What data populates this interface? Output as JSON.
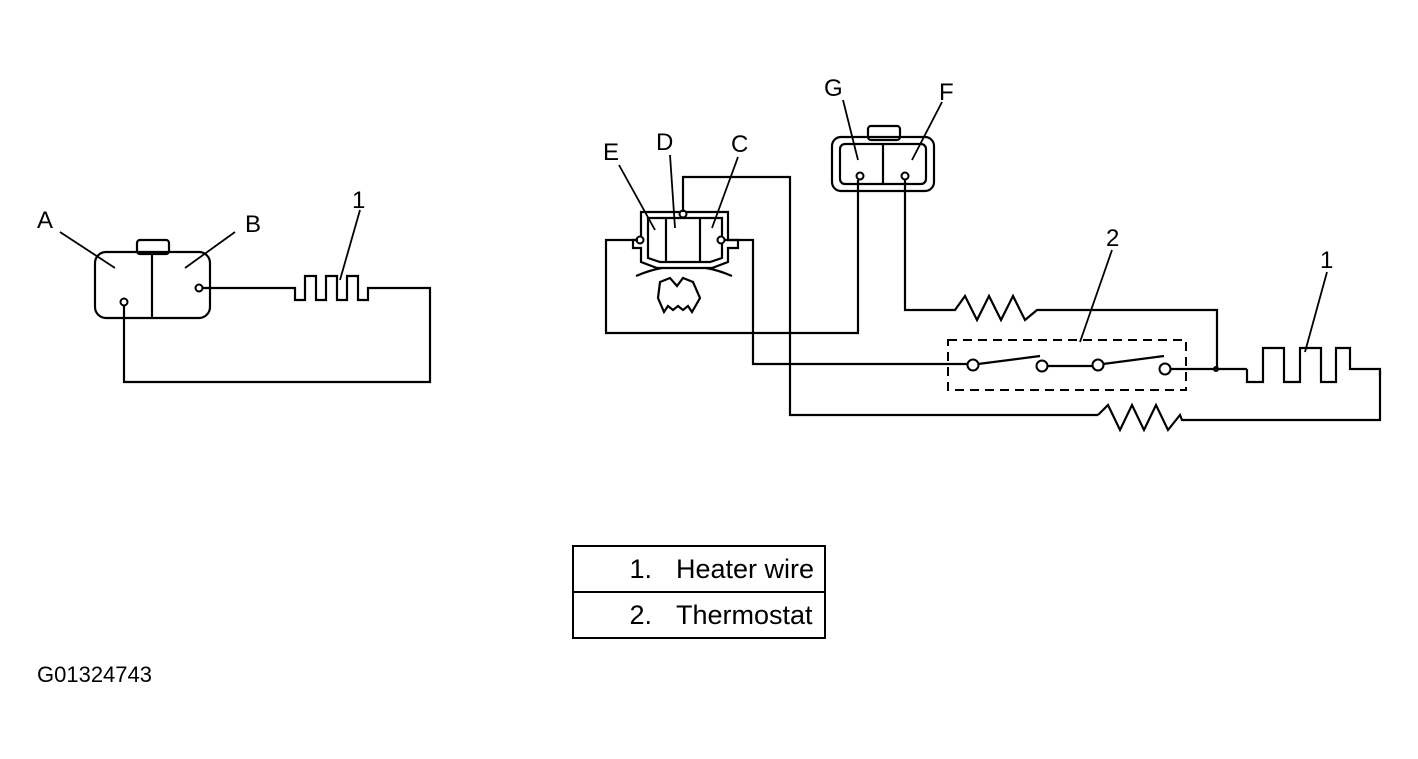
{
  "left_circuit": {
    "connector_labels": {
      "a": "A",
      "b": "B"
    },
    "heater_callout": "1"
  },
  "right_circuit": {
    "connector_labels": {
      "c": "C",
      "d": "D",
      "e": "E",
      "f": "F",
      "g": "G"
    },
    "thermostat_callout": "2",
    "heater_callout": "1"
  },
  "legend": {
    "rows": [
      {
        "number": "1.",
        "text": "Heater wire"
      },
      {
        "number": "2.",
        "text": "Thermostat"
      }
    ]
  },
  "figure_id": "G01324743"
}
